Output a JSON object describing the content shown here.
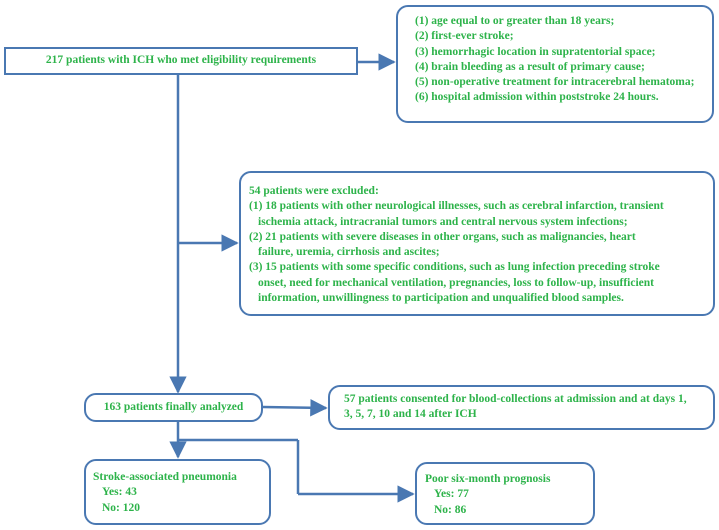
{
  "eligible": {
    "text": "217 patients with ICH who met eligibility requirements"
  },
  "criteria": {
    "items": [
      "(1) age equal to or greater than 18 years;",
      "(2) first-ever stroke;",
      "(3) hemorrhagic location in supratentorial space;",
      "(4) brain bleeding as a result of primary cause;",
      "(5) non-operative treatment for intracerebral hematoma;",
      "(6) hospital admission within poststroke 24 hours."
    ]
  },
  "excluded": {
    "title": "54 patients were excluded:",
    "lines": [
      "(1) 18 patients with other neurological illnesses, such as cerebral infarction, transient",
      "ischemia attack, intracranial tumors and central nervous system infections;",
      "(2) 21 patients with severe diseases in other organs, such as malignancies, heart",
      "failure, uremia, cirrhosis and ascites;",
      "(3) 15 patients with some specific conditions, such as lung infection preceding stroke",
      "onset, need for mechanical ventilation, pregnancies, loss to follow-up, insufficient",
      "information, unwillingness to participation and unqualified blood samples."
    ]
  },
  "analyzed": {
    "text": "163 patients finally analyzed"
  },
  "blood": {
    "line1": "57 patients consented for blood-collections at admission and at days 1,",
    "line2": "3, 5, 7, 10 and 14 after ICH"
  },
  "pneumonia": {
    "title": "Stroke-associated pneumonia",
    "yes": "Yes: 43",
    "no": "No: 120"
  },
  "prognosis": {
    "title": "Poor six-month prognosis",
    "yes": "Yes: 77",
    "no": "No: 86"
  },
  "colors": {
    "border": "#4a78b2",
    "text": "#2db34a"
  }
}
